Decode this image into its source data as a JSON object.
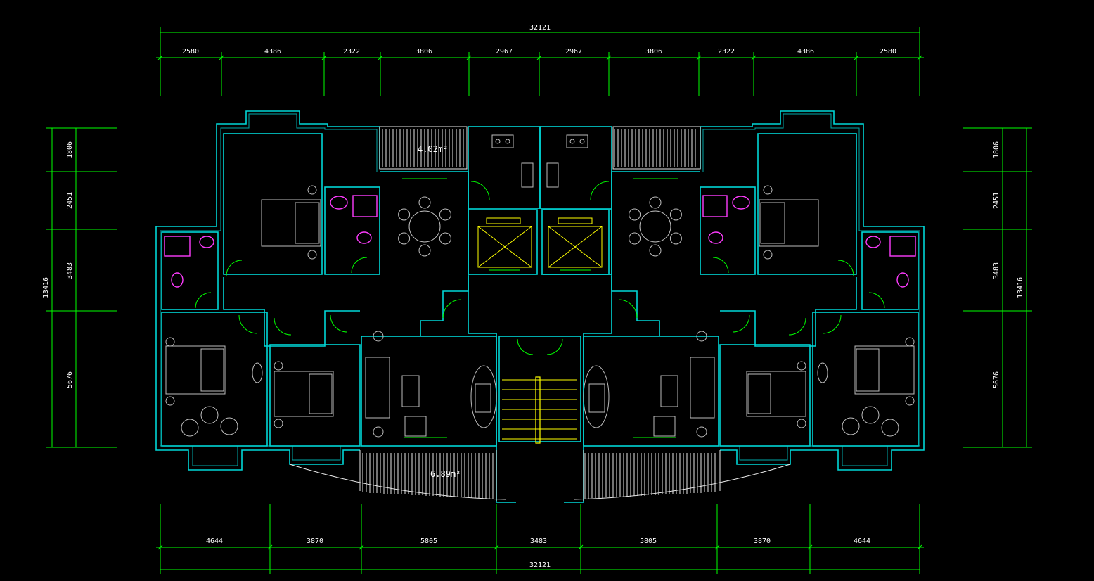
{
  "dimensions": {
    "top_total": "32121",
    "top_segments": [
      "2580",
      "4386",
      "2322",
      "3806",
      "2967",
      "2967",
      "3806",
      "2322",
      "4386",
      "2580"
    ],
    "bottom_total": "32121",
    "bottom_segments": [
      "4644",
      "3870",
      "5805",
      "3483",
      "5805",
      "3870",
      "4644"
    ],
    "left_total": "13416",
    "left_segments": [
      "1806",
      "2451",
      "3483",
      "5676"
    ],
    "right_total": "13416",
    "right_segments": [
      "1806",
      "2451",
      "3483",
      "5676"
    ]
  },
  "areas": {
    "top_balcony": "4.02m²",
    "bottom_balcony": "6.89m²"
  },
  "colors": {
    "background": "#000000",
    "dimension_line": "#00ff00",
    "wall": "#00d7d7",
    "furniture": "#bdbdbd",
    "sanitary": "#ff3cff",
    "elevator": "#ffff00",
    "text": "#ffffff"
  }
}
